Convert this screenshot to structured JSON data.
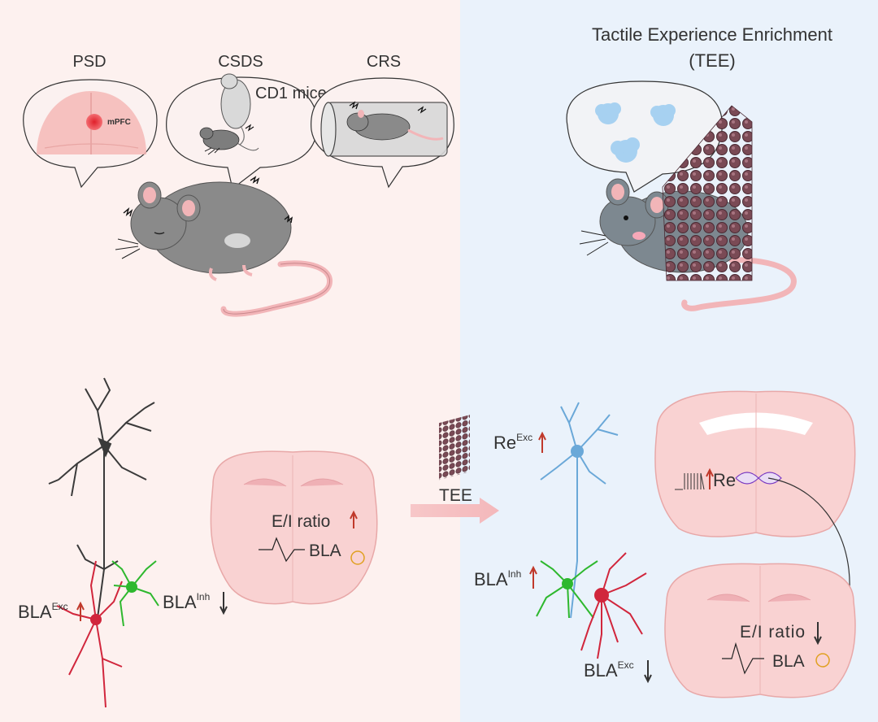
{
  "stress": {
    "labels": [
      "PSD",
      "CSDS",
      "CRS"
    ],
    "mpfc_label": "mPFC",
    "cd1_label": "CD1 mice"
  },
  "tee": {
    "title_line1": "Tactile Experience Enrichment",
    "title_line2": "(TEE)",
    "arrow_label": "TEE"
  },
  "left_circuit": {
    "bla_exc": "BLA",
    "bla_exc_sup": "Exc",
    "bla_inh": "BLA",
    "bla_inh_sup": "Inh",
    "ei_ratio": "E/I ratio",
    "bla": "BLA"
  },
  "right_circuit": {
    "re_exc": "Re",
    "re_exc_sup": "Exc",
    "bla_inh": "BLA",
    "bla_inh_sup": "Inh",
    "bla_exc": "BLA",
    "bla_exc_sup": "Exc",
    "re": "Re",
    "ei_partial": "E/I ratio",
    "bla": "BLA"
  },
  "colors": {
    "left_bg": "#fdf1ef",
    "right_bg": "#eaf2fb",
    "up_arrow": "#c0392b",
    "down_arrow": "#333333",
    "neuron_grey": "#3a3a3a",
    "neuron_red": "#d1263c",
    "neuron_green": "#2eb82e",
    "neuron_blue": "#6aa8d8",
    "brain_fill": "#f9d2d2",
    "mouse_body": "#8a8a8a",
    "mouse_tail": "#f2b5b8",
    "tee_bead": "#7a4a55"
  },
  "icons": [
    "mouse",
    "brain-slice",
    "neuron",
    "speech-bubble",
    "tactile-mat",
    "arrow-right",
    "arrow-up",
    "arrow-down"
  ]
}
